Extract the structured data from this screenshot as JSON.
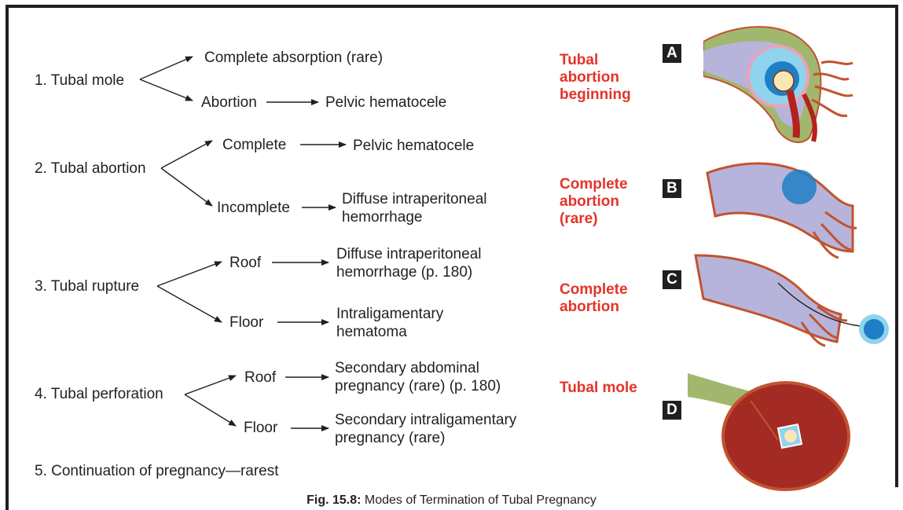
{
  "modes": [
    {
      "label": "1. Tubal mole",
      "branches": [
        {
          "text": "Complete absorption (rare)",
          "outcome": ""
        },
        {
          "text": "Abortion",
          "outcome": "Pelvic hematocele"
        }
      ]
    },
    {
      "label": "2. Tubal abortion",
      "branches": [
        {
          "text": "Complete",
          "outcome": "Pelvic hematocele"
        },
        {
          "text": "Incomplete",
          "outcome": "Diffuse intraperitoneal\nhemorrhage"
        }
      ]
    },
    {
      "label": "3. Tubal rupture",
      "branches": [
        {
          "text": "Roof",
          "outcome": "Diffuse intraperitoneal\nhemorrhage (p. 180)"
        },
        {
          "text": "Floor",
          "outcome": "Intraligamentary\nhematoma"
        }
      ]
    },
    {
      "label": "4. Tubal perforation",
      "branches": [
        {
          "text": "Roof",
          "outcome": "Secondary abdominal\npregnancy (rare)  (p. 180)"
        },
        {
          "text": "Floor",
          "outcome": "Secondary intraligamentary\npregnancy (rare)"
        }
      ]
    },
    {
      "label": "5. Continuation of pregnancy—rarest",
      "branches": []
    }
  ],
  "illustrations": [
    {
      "letter": "A",
      "caption": "Tubal\nabortion\nbeginning"
    },
    {
      "letter": "B",
      "caption": "Complete\nabortion\n(rare)"
    },
    {
      "letter": "C",
      "caption": "Complete\nabortion"
    },
    {
      "letter": "D",
      "caption": "Tubal mole"
    }
  ],
  "figure": {
    "label": "Fig. 15.8:",
    "title": "Modes of Termination of Tubal Pregnancy"
  },
  "colors": {
    "accent": "#e3342a",
    "tube": "#b7b4dc",
    "tube_wall": "#c2532f",
    "blood": "#b3221c",
    "ovum": "#1f7fc4",
    "mole": "#a42b24",
    "ligament": "#a2b76e"
  }
}
